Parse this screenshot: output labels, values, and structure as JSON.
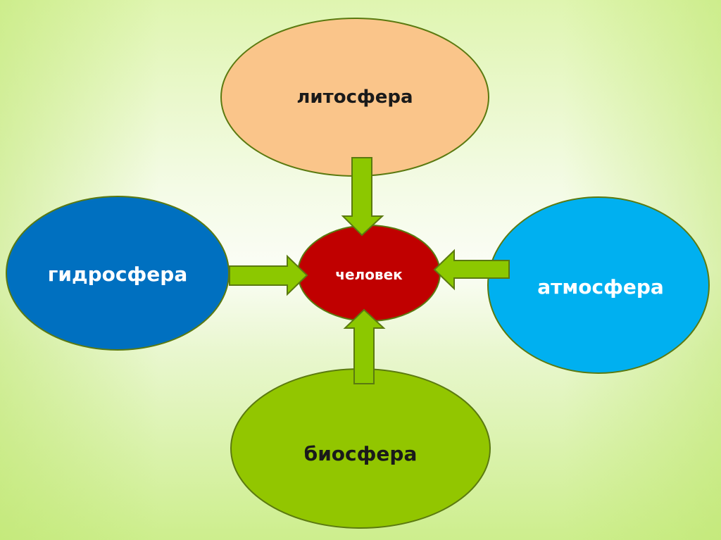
{
  "diagram": {
    "center": {
      "label": "человек",
      "color": "#c00000"
    },
    "nodes": [
      {
        "id": "lithosphere",
        "label": "литосфера",
        "color": "#fac58a",
        "text_color": "#1a1a1a"
      },
      {
        "id": "hydrosphere",
        "label": "гидросфера",
        "color": "#0070c0",
        "text_color": "#ffffff"
      },
      {
        "id": "atmosphere",
        "label": "атмосфера",
        "color": "#00b0f0",
        "text_color": "#ffffff"
      },
      {
        "id": "biosphere",
        "label": "биосфера",
        "color": "#92c600",
        "text_color": "#1a1a1a"
      }
    ],
    "arrow_color": "#8cc800",
    "edges": [
      {
        "from": "lithosphere",
        "to": "center"
      },
      {
        "from": "hydrosphere",
        "to": "center"
      },
      {
        "from": "atmosphere",
        "to": "center"
      },
      {
        "from": "biosphere",
        "to": "center"
      }
    ]
  }
}
